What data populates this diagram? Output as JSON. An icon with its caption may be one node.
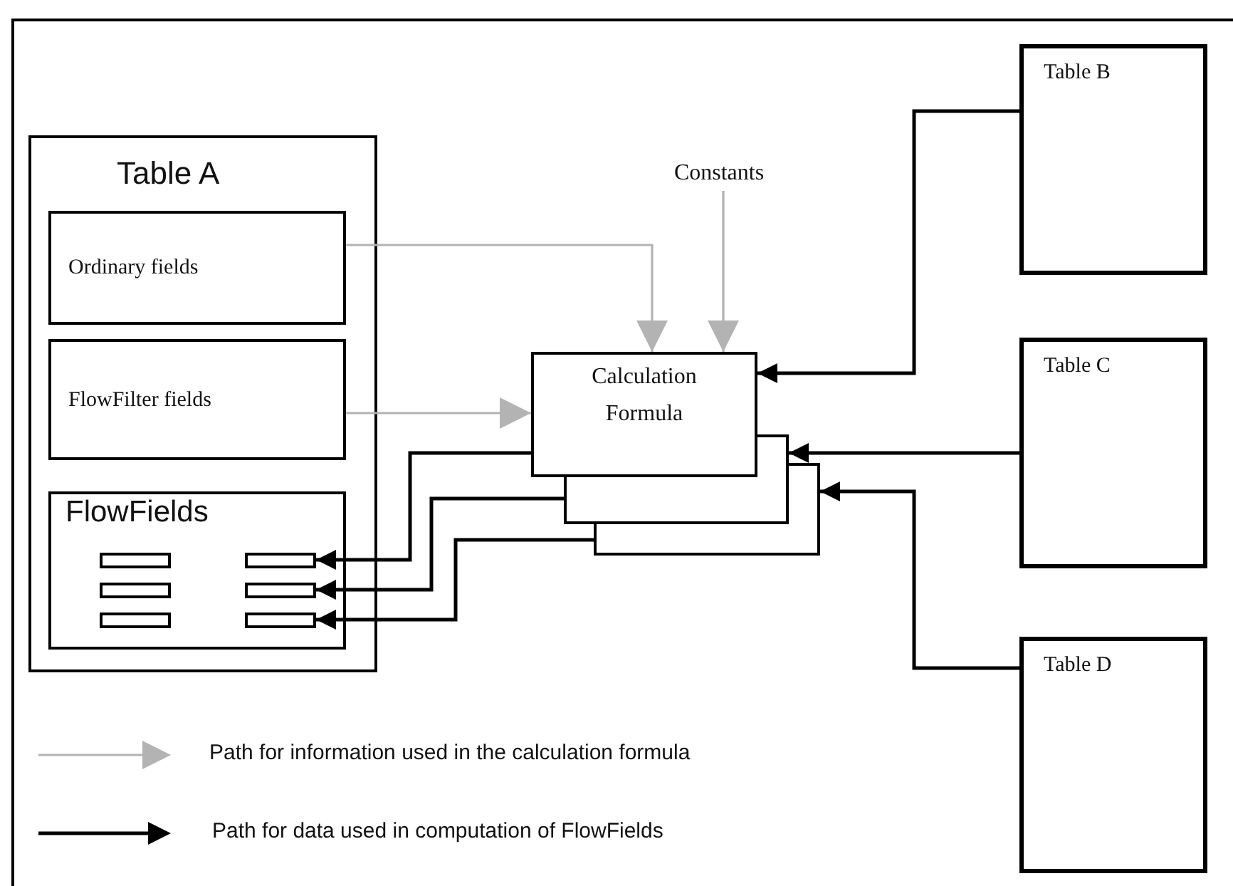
{
  "diagram": {
    "nodes": [
      {
        "text": [
          "Table A"
        ]
      },
      {
        "text": [
          "Ordinary fields"
        ],
        "in": 0
      },
      {
        "text": [
          "FlowFilter fields"
        ],
        "in": 0
      },
      {
        "text": [
          "FlowFields"
        ],
        "in": 0
      },
      {
        "text": [],
        "shape": "box",
        "in": 3
      },
      {
        "text": [],
        "shape": "box",
        "in": 3
      },
      {
        "text": [],
        "shape": "box",
        "in": 3
      },
      {
        "text": [],
        "shape": "box",
        "in": 3
      },
      {
        "text": [],
        "shape": "box",
        "in": 3
      },
      {
        "text": [],
        "shape": "box",
        "in": 3
      },
      {
        "text": [
          "Constants"
        ]
      },
      {
        "text": [
          "Calculation Formula"
        ]
      },
      {
        "text": [],
        "shape": "box"
      },
      {
        "text": [],
        "shape": "box"
      },
      {
        "text": [
          "Table B"
        ]
      },
      {
        "text": [
          "Table C"
        ]
      },
      {
        "text": [
          "Table D"
        ]
      }
    ],
    "edges": [
      {
        "from": 1,
        "to": 11,
        "arrow": "to",
        "color": "#b3b3b3"
      },
      {
        "from": 10,
        "to": 11,
        "arrow": "to",
        "color": "#b3b3b3"
      },
      {
        "from": 2,
        "to": 11,
        "arrow": "to",
        "color": "#b3b3b3"
      },
      {
        "from": 14,
        "to": 11,
        "arrow": "to"
      },
      {
        "from": 15,
        "to": 12,
        "arrow": "to"
      },
      {
        "from": 16,
        "to": 13,
        "arrow": "to"
      },
      {
        "from": 11,
        "to": 5,
        "arrow": "to"
      },
      {
        "from": 12,
        "to": 7,
        "arrow": "to"
      },
      {
        "from": 13,
        "to": 9,
        "arrow": "to"
      }
    ],
    "legend": [
      {
        "text": "Path for information used in the calculation formula"
      },
      {
        "text": "Path for data used in computation of FlowFields"
      }
    ]
  }
}
